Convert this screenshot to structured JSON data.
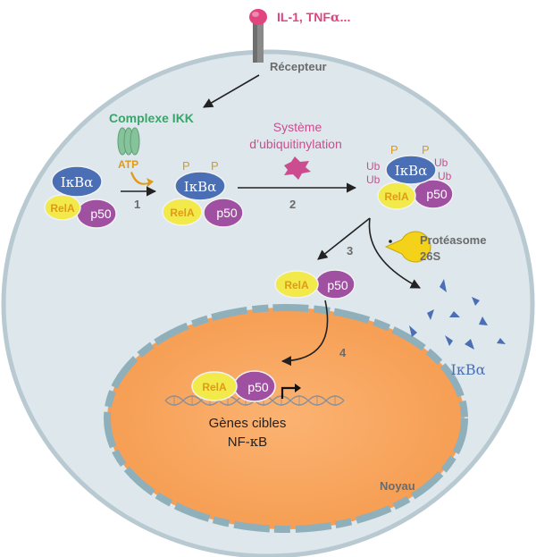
{
  "ligand": {
    "label": "IL-1, TNF",
    "greek": "α",
    "suffix": "..."
  },
  "receptor": {
    "label": "Récepteur"
  },
  "ikk": {
    "label": "Complexe IKK"
  },
  "atp": {
    "label": "ATP"
  },
  "ubiquitin_system": {
    "line1": "Système",
    "line2": "d’ubiquitinylation"
  },
  "proteasome": {
    "line1": "Protéasome",
    "line2": "26S"
  },
  "nucleus": {
    "label": "Noyau"
  },
  "genes": {
    "line1": "Gènes cibles",
    "line2": "NF-",
    "line2_greek": "κ",
    "line2_suffix": "B"
  },
  "proteins": {
    "ikb_prefix": "I",
    "ikb_kappa": "κ",
    "ikb_b": "B",
    "ikb_alpha": "α",
    "rela": "RelA",
    "p50": "p50"
  },
  "phospho": {
    "label": "P"
  },
  "ubiquitin": {
    "label": "Ub"
  },
  "steps": {
    "s1": "1",
    "s2": "2",
    "s3": "3",
    "s4": "4"
  },
  "degraded": {
    "prefix": "I",
    "kappa": "κ",
    "b": "B",
    "alpha": "α"
  },
  "colors": {
    "cell_fill": "#dde7ec",
    "cell_border": "#b8c9d1",
    "nucleus_fill": "#f9a55e",
    "nucleus_border": "#8fb0bb",
    "ikb": "#4a6fb5",
    "rela": "#f2e94a",
    "p50": "#a050a0",
    "ligand": "#e0457f",
    "ikk": "#86c39a",
    "atp": "#e09a18",
    "ubiquitin_text": "#cc4d8f",
    "proteasome": "#f5d21a",
    "arrow": "#222222",
    "label_gray": "#6b6b6b"
  }
}
